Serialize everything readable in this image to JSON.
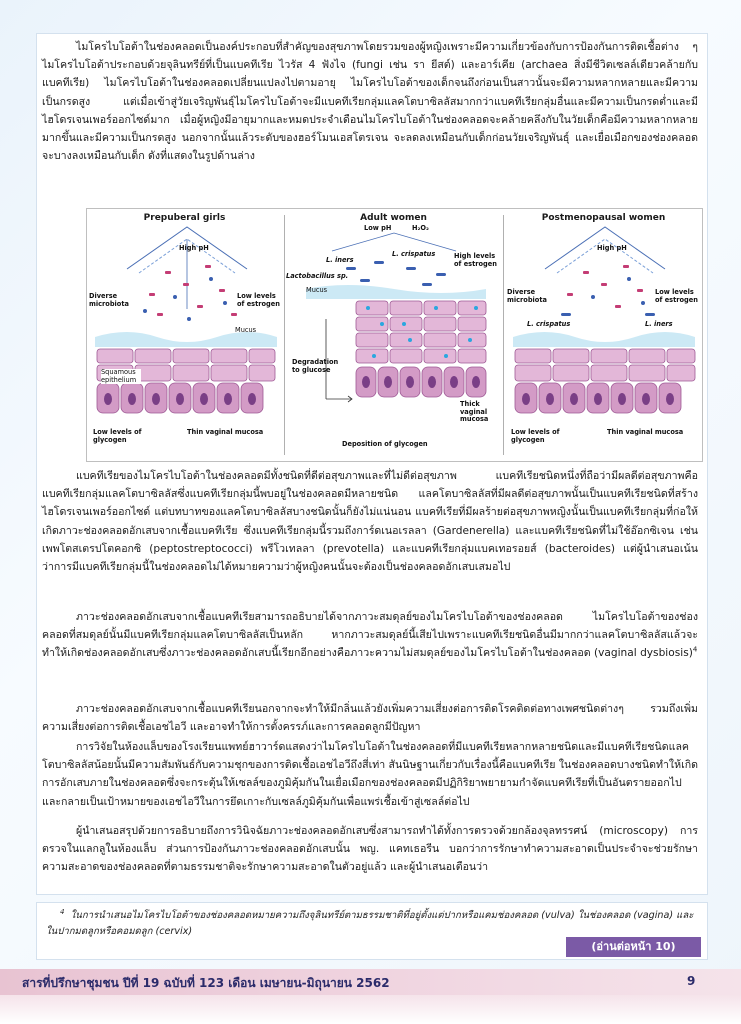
{
  "article": {
    "paragraph_1": "ไมโครไบโอต้าในช่องคลอดเป็นองค์ประกอบที่สำคัญของสุขภาพโดยรวมของผู้หญิงเพราะมีความเกี่ยวข้องกับการป้องกันการติดเชื้อต่าง ๆ ไมโครไบโอต้าประกอบด้วยจุลินทรีย์ที่เป็นแบคทีเรีย ไวรัส 4 ฟังไจ (fungi เช่น รา ยีสต์) และอาร์เคีย (archaea สิ่งมีชีวิตเซลล์เดียวคล้ายกับแบคทีเรีย) ไมโครไบโอต้าในช่องคลอดเปลี่ยนแปลงไปตามอายุ ไมโครไบโอต้าของเด็กจนถึงก่อนเป็นสาวนั้นจะมีความหลากหลายและมีความเป็นกรดสูง แต่เมื่อเข้าสู่วัยเจริญพันธุ์ไมโครไบโอต้าจะมีแบคทีเรียกลุ่มแลคโตบาซิลลัสมากกว่าแบคทีเรียกลุ่มอื่นและมีความเป็นกรดต่ำและมีไฮโดรเจนเพอร์ออกไซด์มาก เมื่อผู้หญิงมีอายุมากและหมดประจำเดือนไมโครไบโอต้าในช่องคลอดจะคล้ายคลึงกับในวัยเด็กคือมีความหลากหลายมากขึ้นและมีความเป็นกรดสูง นอกจากนั้นแล้วระดับของฮอร์โมนเอสโตรเจน จะลดลงเหมือนกับเด็กก่อนวัยเจริญพันธุ์ และเยื่อเมือกของช่องคลอดจะบางลงเหมือนกับเด็ก ดังที่แสดงในรูปด้านล่าง",
    "paragraph_2": "แบคทีเรียของไมโครไบโอต้าในช่องคลอดมีทั้งชนิดที่ดีต่อสุขภาพและที่ไม่ดีต่อสุขภาพ แบคทีเรียชนิดหนึ่งที่ถือว่ามีผลดีต่อสุขภาพคือแบคทีเรียกลุ่มแลคโตบาซิลลัสซึ่งแบคทีเรียกลุ่มนี้พบอยู่ในช่องคลอดมีหลายชนิด แลคโตบาซิลลัสที่มีผลดีต่อสุขภาพนั้นเป็นแบคทีเรียชนิดที่สร้างไฮโดรเจนเพอร์ออกไซด์ แต่บทบาทของแลคโตบาซิลลัสบางชนิดนั้นก็ยังไม่แน่นอน แบคทีเรียที่มีผลร้ายต่อสุขภาพหญิงนั้นเป็นแบคทีเรียกลุ่มที่ก่อให้เกิดภาวะช่องคลอดอักเสบจากเชื้อแบคทีเรีย ซึ่งแบคทีเรียกลุ่มนี้รวมถึงการ์ดเนอเรลลา (Gardenerella) และแบคทีเรียชนิดที่ไม่ใช้อ๊อกซิเจน เช่น เพพโตสเตรปโตคอกซิ (peptostreptococci) พรีโวเทลลา (prevotella) และแบคทีเรียกลุ่มแบคเทอรอยส์ (bacteroides) แต่ผู้นำเสนอเน้นว่าการมีแบคทีเรียกลุ่มนี้ในช่องคลอดไม่ได้หมายความว่าผู้หญิงคนนั้นจะต้องเป็นช่องคลอดอักเสบเสมอไป",
    "paragraph_3a": "ภาวะช่องคลอดอักเสบจากเชื้อแบคทีเรียสามารถอธิบายได้จากภาวะสมดุลย์ของไมโครไบโอต้าของช่องคลอด ไมโครไบโอต้าของช่องคลอดที่สมดุลย์นั้นมีแบคทีเรียกลุ่มแลคโตบาซิลลัสเป็นหลัก หากภาวะสมดุลย์นี้เสียไปเพราะแบคทีเรียชนิดอื่นมีมากกว่าแลคโตบาซิลลัสแล้วจะทำให้เกิดช่องคลอดอักเสบซึ่งภาวะช่องคลอดอักเสบนี้เรียกอีกอย่างคือภาวะความไม่สมดุลย์ของไมโครไบโอต้าในช่องคลอด (vaginal dysbiosis)",
    "paragraph_3_ref": "4",
    "paragraph_4": "ภาวะช่องคลอดอักเสบจากเชื้อแบคทีเรียนอกจากจะทำให้มีกลิ่นแล้วยังเพิ่มความเสี่ยงต่อการติดโรคติดต่อทางเพศชนิดต่างๆ รวมถึงเพิ่มความเสี่ยงต่อการติดเชื้อเอชไอวี และอาจทำให้การตั้งครรภ์และการคลอดลูกมีปัญหา",
    "paragraph_5": "การวิจัยในห้องแล็บของโรงเรียนแพทย์ฮาวาร์ดแสดงว่าไมโครไบโอต้าในช่องคลอดที่มีแบคทีเรียหลากหลายชนิดและมีแบคทีเรียชนิดแลคโตบาซิลลัสน้อยนั้นมีความสัมพันธ์กับความชุกของการติดเชื้อเอชไอวีถึงสี่เท่า สันนิษฐานเกี่ยวกับเรื่องนี้คือแบคทีเรีย ในช่องคลอดบางชนิดทำให้เกิดการอักเสบภายในช่องคลอดซึ่งจะกระตุ้นให้เซลล์ของภูมิคุ้มกันในเยื่อเมือกของช่องคลอดมีปฏิกิริยาพยายามกำจัดแบคทีเรียที่เป็นอันตรายออกไปและกลายเป็นเป้าหมายของเอชไอวีในการยึดเกาะกับเซลล์ภูมิคุ้มกันเพื่อแพร่เชื้อเข้าสู่เซลล์ต่อไป",
    "paragraph_6": "ผู้นำเสนอสรุปด้วยการอธิบายถึงการวินิจฉัยภาวะช่องคลอดอักเสบซึ่งสามารถทำได้ทั้งการตรวจด้วยกล้องจุลทรรศน์ (microscopy) การตรวจในแลกลูในห้องแล็บ ส่วนการป้องกันภาวะช่องคลอดอักเสบนั้น พญ. แคทเธอรีน บอกว่าการรักษาทำความสะอาดเป็นประจำจะช่วยรักษาความสะอาดของช่องคลอดที่ตามธรรมชาติจะรักษาความสะอาดในตัวอยู่แล้ว และผู้นำเสนอเตือนว่า"
  },
  "figure": {
    "panel_1": {
      "title": "Prepuberal girls",
      "high_ph": "High pH",
      "diverse": "Diverse microbiota",
      "low_estrogen": "Low levels of estrogen",
      "mucus": "Mucus",
      "squamous": "Squamous epithelium",
      "low_glycogen": "Low levels of glycogen",
      "thin_mucosa": "Thin vaginal mucosa"
    },
    "panel_2": {
      "title": "Adult women",
      "low_ph": "Low pH",
      "h2o2": "H₂O₂",
      "l_iners": "L. iners",
      "l_crispatus": "L. crispatus",
      "lacto_sp": "Lactobacillus sp.",
      "high_estrogen": "High levels of estrogen",
      "mucus": "Mucus",
      "degradation": "Degradation to glucose",
      "thick_mucosa": "Thick vaginal mucosa",
      "deposition": "Deposition of glycogen"
    },
    "panel_3": {
      "title": "Postmenopausal women",
      "high_ph": "High pH",
      "diverse": "Diverse microbiota",
      "low_estrogen": "Low levels of estrogen",
      "l_crispatus": "L. crispatus",
      "l_iners": "L. iners",
      "low_glycogen": "Low levels of glycogen",
      "thin_mucosa": "Thin vaginal mucosa"
    }
  },
  "footnote": {
    "number": "4",
    "text": "ในการนำเสนอไมโครไบโอต้าของช่องคลอดหมายความถึงจุลินทรีย์ตามธรรมชาติที่อยู่ตั้งแต่ปากหรือแคมช่องคลอด (vulva) ในช่องคลอด (vagina) และในปากมดลูกหรือคอมดลูก (cervix)"
  },
  "continue_label": "(อ่านต่อหน้า 10)",
  "footer": {
    "publication": "สารที่ปรึกษาชุมชน ปีที่ 19 ฉบับที่ 123 เดือน เมษายน-มิถุนายน 2562",
    "page_number": "9"
  },
  "colors": {
    "tissue": "#c97fb5",
    "cell_nucleus": "#7a3f86",
    "glycogen_dot": "#2aa7df",
    "bacteria": "#3a5fb0",
    "accent_purple": "#7b5aa6",
    "footer_pink": "#ecc9d8"
  }
}
